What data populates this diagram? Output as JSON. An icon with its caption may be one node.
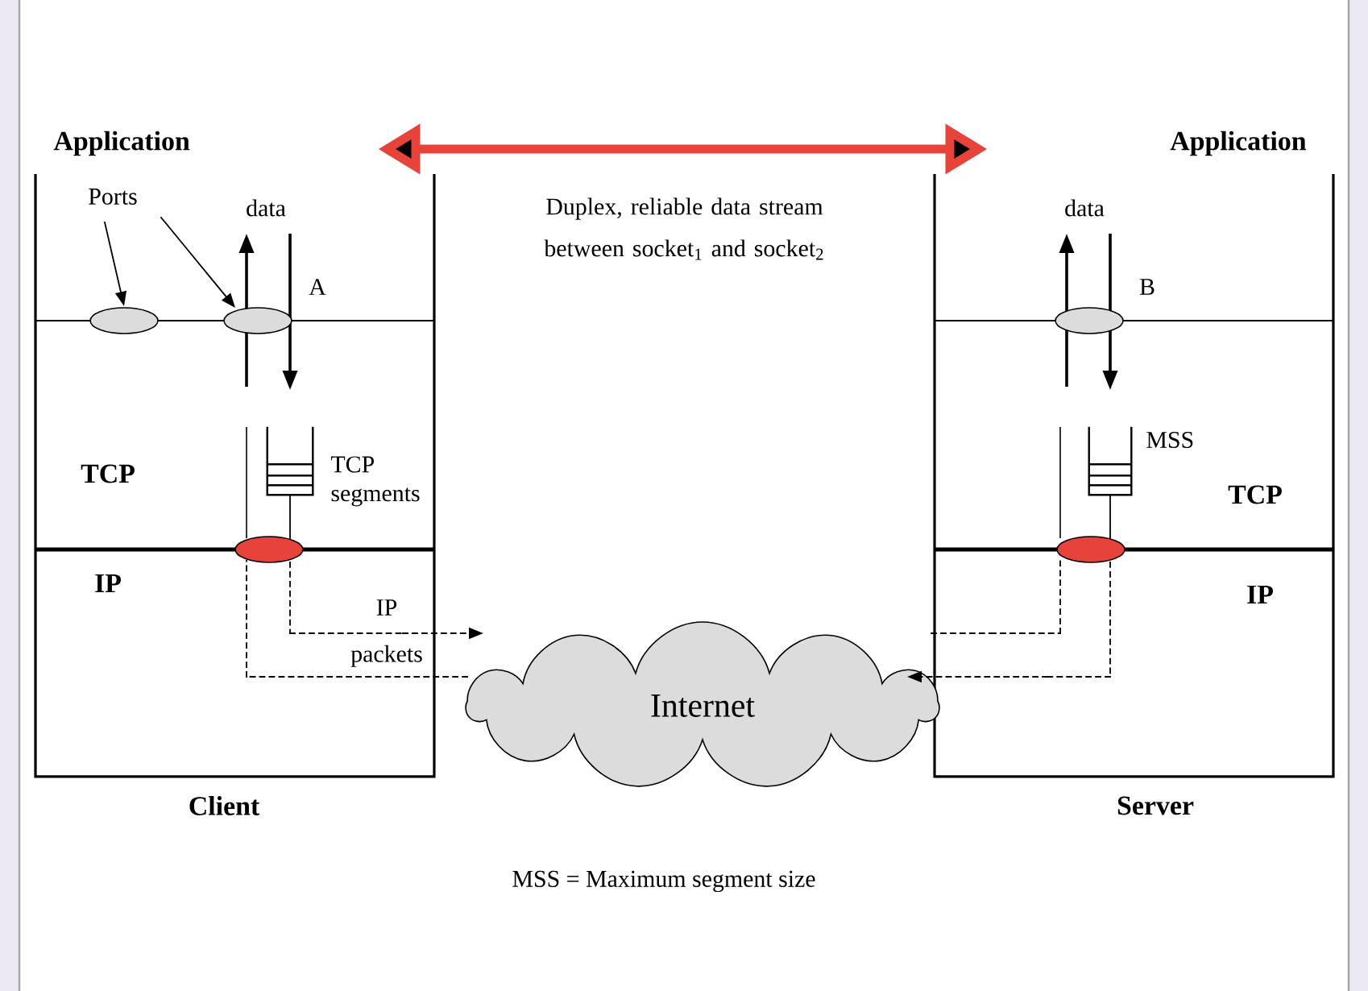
{
  "diagram": {
    "nodes": [
      {
        "text": [
          "Application"
        ],
        "beside": [
          "Client"
        ]
      },
      {
        "text": [
          "Application"
        ],
        "beside": [
          "Server"
        ]
      },
      {
        "text": [],
        "shape": "ellipse",
        "in": 0
      },
      {
        "text": [],
        "shape": "ellipse",
        "in": 0,
        "beside": [
          "A"
        ]
      },
      {
        "text": [],
        "shape": "ellipse",
        "in": 0
      },
      {
        "text": [],
        "shape": "box",
        "in": 0,
        "beside": [
          "TCP segments"
        ]
      },
      {
        "text": [],
        "shape": "ellipse",
        "in": 1,
        "beside": [
          "B"
        ]
      },
      {
        "text": [],
        "shape": "box",
        "in": 1,
        "beside": [
          "MSS"
        ]
      },
      {
        "text": [],
        "shape": "ellipse",
        "in": 1
      },
      {
        "text": [
          "Internet"
        ]
      },
      {
        "text": [
          "Ports"
        ],
        "in": 0
      }
    ],
    "edges": [
      {
        "from": 0,
        "to": 1,
        "arrow": "both",
        "style": "thick",
        "color": "#e8433a",
        "label": "Duplex, reliable data stream between socket$_{1}$ and socket$_{2}$"
      },
      {
        "from": 10,
        "to": 2,
        "arrow": "to"
      },
      {
        "from": 10,
        "to": 3,
        "arrow": "to"
      },
      {
        "from": 5,
        "to": 4,
        "arrow": "none"
      },
      {
        "from": 4,
        "to": 9,
        "arrow": "to",
        "style": "dashed"
      },
      {
        "from": 9,
        "to": 4,
        "arrow": "none",
        "style": "dashed"
      },
      {
        "from": 9,
        "to": 8,
        "arrow": "none",
        "style": "dashed"
      },
      {
        "from": 8,
        "to": 9,
        "arrow": "to",
        "style": "dashed"
      },
      {
        "from": 7,
        "to": 8,
        "arrow": "none"
      }
    ],
    "labels": [
      "data",
      "TCP",
      "IP",
      "IP packets",
      "data",
      "TCP",
      "IP",
      "MSS = Maximum segment size"
    ]
  }
}
